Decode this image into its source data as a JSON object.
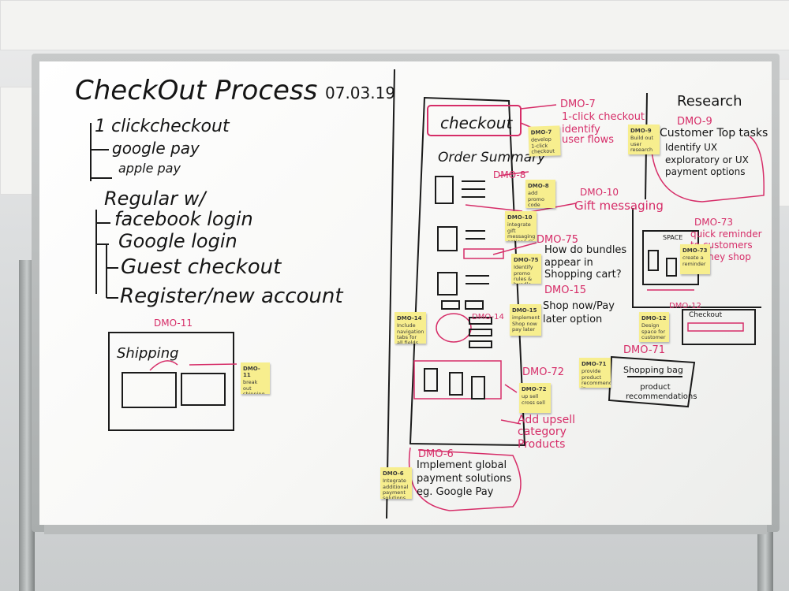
{
  "board": {
    "title": "CheckOut Process",
    "date": "07.03.19",
    "left_list": [
      "1 clickcheckout",
      "google pay",
      "apple pay",
      "Regular w/",
      "facebook login",
      "Google login",
      "Guest checkout",
      "Register/new account"
    ],
    "shipping_tag": "DMO-11",
    "shipping_label": "Shipping",
    "mobile": {
      "header": "checkout",
      "order_summary": "Order Summary"
    },
    "red_labels": [
      {
        "id": "dmo7",
        "text": "DMO-7"
      },
      {
        "id": "dmo8",
        "text": "DMO-8"
      },
      {
        "id": "dmo10",
        "text": "DMO-10"
      },
      {
        "id": "dmo75",
        "text": "DMO-75"
      },
      {
        "id": "dmo15",
        "text": "DMO-15"
      },
      {
        "id": "dmo14",
        "text": "DMO-14"
      },
      {
        "id": "dmo72",
        "text": "DMO-72"
      },
      {
        "id": "dmo6",
        "text": "DMO-6"
      },
      {
        "id": "dmo9",
        "text": "DMO-9"
      },
      {
        "id": "dmo73",
        "text": "DMO-73"
      },
      {
        "id": "dmo12",
        "text": "DMO-12"
      },
      {
        "id": "dmo71",
        "text": "DMO-71"
      }
    ],
    "annotations": {
      "one_click": "1-click checkout",
      "identify_flows": "identify user flows",
      "gift_messaging": "Gift messaging",
      "bundles": "How do bundles appear in Shopping cart?",
      "shop_now": "Shop now/Pay later option",
      "upsell": "Add upsell category Products",
      "global_payment": "Implement global payment solutions eg. Google Pay",
      "research": "Research",
      "customer_tasks": "Customer Top tasks",
      "identify_ux": "Identify UX exploratory or UX payment options",
      "quick_reminder": "quick reminder to customers as they shop",
      "checkout_panel": "Checkout",
      "shopping_bag": "Shopping bag",
      "product_recs": "product recommendations"
    },
    "sticky_notes": [
      {
        "id": "n11",
        "tag": "DMO-11",
        "text": "break out shipping vs billing"
      },
      {
        "id": "n7",
        "tag": "DMO-7",
        "text": "develop 1-click checkout"
      },
      {
        "id": "n8",
        "tag": "DMO-8",
        "text": "add promo code"
      },
      {
        "id": "n10",
        "tag": "DMO-10",
        "text": "integrate gift messaging options @ checkout"
      },
      {
        "id": "n75",
        "tag": "DMO-75",
        "text": "Identify promo rules & bundle"
      },
      {
        "id": "n14",
        "tag": "DMO-14",
        "text": "Include navigation tabs for all fields"
      },
      {
        "id": "n15",
        "tag": "DMO-15",
        "text": "implement Shop now pay later"
      },
      {
        "id": "n72",
        "tag": "DMO-72",
        "text": "up sell cross sell"
      },
      {
        "id": "n6",
        "tag": "DMO-6",
        "text": "Integrate additional payment solutions"
      },
      {
        "id": "n9",
        "tag": "DMO-9",
        "text": "Build out user research"
      },
      {
        "id": "n73",
        "tag": "DMO-73",
        "text": "create a reminder"
      },
      {
        "id": "n12",
        "tag": "DMO-12",
        "text": "Design space for customer"
      },
      {
        "id": "n71",
        "tag": "DMO-71",
        "text": "provide product recommendations in shopping bag"
      }
    ],
    "mini_label": "SPACE"
  },
  "colors": {
    "ink": "#151515",
    "marker_red": "#d62d68",
    "sticky": "#f7ee8e"
  }
}
